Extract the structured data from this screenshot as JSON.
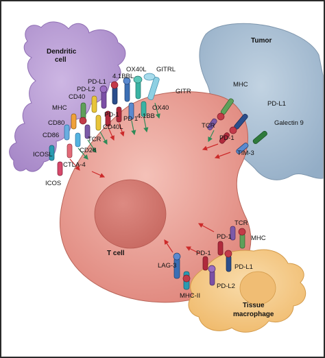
{
  "cells": {
    "dendritic": [
      "Dendritic",
      "cell"
    ],
    "tumor": "Tumor",
    "t_cell": "T cell",
    "macrophage": [
      "Tissue",
      "macrophage"
    ]
  },
  "dc_ligands": {
    "gitrl": "GITRL",
    "ox40l": "OX40L",
    "bbl": "4.1BBL",
    "pdl1": "PD-L1",
    "pdl2": "PD-L2",
    "cd40": "CD40",
    "mhc": "MHC",
    "cd80": "CD80",
    "cd86": "CD86",
    "icosl": "ICOSL"
  },
  "tcell_receptors_dc": {
    "gitr": "GITR",
    "ox40": "OX40",
    "bb": "4.1BB",
    "pd1": "PD 1",
    "pd1b": "PD-1",
    "cd40l": "CD40L",
    "tcr": "TCR",
    "cd28": "CD28",
    "ctla4": "CTLA-4",
    "icos": "ICOS"
  },
  "tumor_interface": {
    "mhc": "MHC",
    "pdl1": "PD-L1",
    "galectin": "Galectin 9",
    "tcr": "TCR",
    "pd1": "PD-1",
    "tim3": "TIM-3"
  },
  "macrophage_interface": {
    "tcr": "TCR",
    "mhc": "MHC",
    "pd1a": "PD-1",
    "pd1b": "PD-1",
    "pdl1": "PD-L1",
    "pdl2": "PD-L2",
    "lag3": "LAG-3",
    "mhcii": "MHC-II"
  },
  "colors": {
    "border": "#2a2a2a",
    "t_cell": "#e9a49b",
    "nucleus": "#d27f77",
    "dendritic": "#b89ad3",
    "tumor": "#a9bfd3",
    "macrophage": "#f4cc8d",
    "arrow_green": "#2f8a57",
    "arrow_red": "#cc2a2a"
  }
}
